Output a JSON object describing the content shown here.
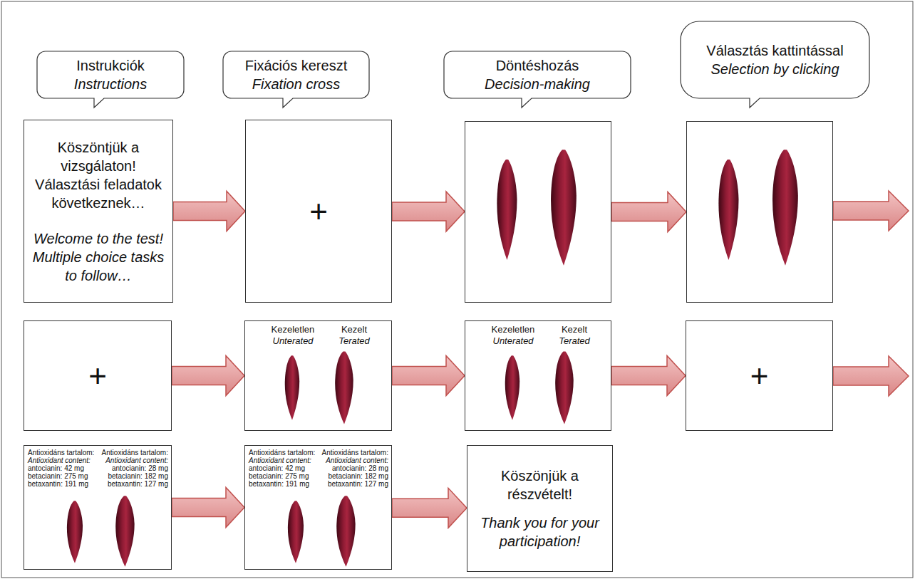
{
  "diagram": {
    "nodes": [
      {
        "text": [
          "Instrukciók",
          "Instructions"
        ]
      },
      {
        "text": [
          "Köszöntjük a vizsgálaton! Választási feladatok következnek…",
          "Welcome to the test! Multiple choice tasks to follow…"
        ]
      },
      {
        "text": [
          "Fixációs kereszt",
          "Fixation cross"
        ]
      },
      {
        "text": [
          "+"
        ]
      },
      {
        "text": [
          "Döntéshozás",
          "Decision-making"
        ]
      },
      {
        "text": []
      },
      {
        "text": [
          "Választás kattintással",
          "Selection by clicking"
        ]
      },
      {
        "text": []
      },
      {
        "text": [
          "+"
        ]
      },
      {
        "text": [
          "Kezeletlen",
          "Unterated",
          "Kezelt",
          "Terated"
        ]
      },
      {
        "text": [
          "Kezeletlen",
          "Unterated",
          "Kezelt",
          "Terated"
        ]
      },
      {
        "text": [
          "+"
        ]
      },
      {
        "text": [
          "Antioxidáns tartalom:",
          "Antioxidant content:",
          "antocianin: 42 mg",
          "betacianin: 275 mg",
          "betaxantin: 191 mg",
          "Antioxidáns tartalom:",
          "Antioxidant content:",
          "antocianin: 28 mg",
          "betacianin: 182 mg",
          "betaxantin: 127 mg"
        ]
      },
      {
        "text": [
          "Antioxidáns tartalom:",
          "Antioxidant content:",
          "antocianin: 42 mg",
          "betacianin: 275 mg",
          "betaxantin: 191 mg",
          "Antioxidáns tartalom:",
          "Antioxidant content:",
          "antocianin: 28 mg",
          "betacianin: 182 mg",
          "betaxantin: 127 mg"
        ]
      },
      {
        "text": [
          "Köszönjük a részvételt!",
          "Thank you for your participation!"
        ]
      }
    ],
    "edges": [
      {
        "from": 1,
        "to": 3,
        "arrow": "to"
      },
      {
        "from": 3,
        "to": 5,
        "arrow": "to"
      },
      {
        "from": 5,
        "to": 7,
        "arrow": "to"
      },
      {
        "from": 8,
        "to": 9,
        "arrow": "to"
      },
      {
        "from": 9,
        "to": 10,
        "arrow": "to"
      },
      {
        "from": 10,
        "to": 11,
        "arrow": "to"
      },
      {
        "from": 12,
        "to": 13,
        "arrow": "to"
      },
      {
        "from": 13,
        "to": 14,
        "arrow": "to"
      }
    ]
  }
}
